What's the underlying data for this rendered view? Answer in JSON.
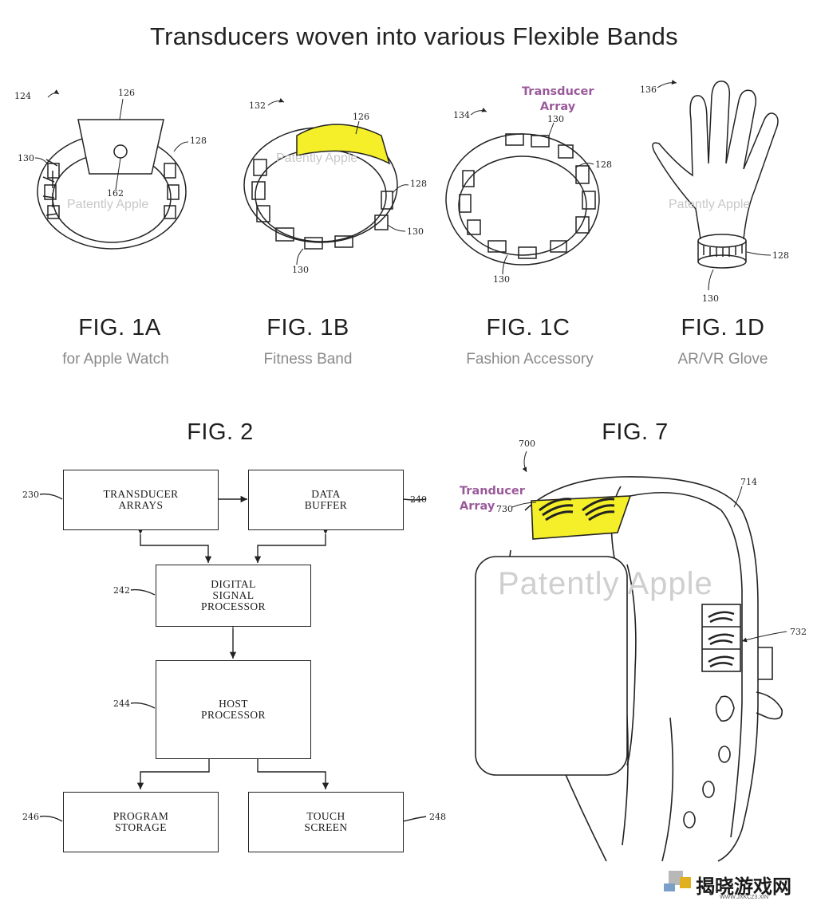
{
  "title": "Transducers woven into various Flexible Bands",
  "watermark": "Patently Apple",
  "colors": {
    "highlight": "#f5ef2a",
    "annotation": "#9a5a9a",
    "line": "#222222"
  },
  "figures": {
    "fig1a": {
      "label": "FIG. 1A",
      "subtitle": "for Apple Watch",
      "refs": {
        "r124": "124",
        "r126": "126",
        "r128": "128",
        "r130": "130",
        "r162": "162"
      }
    },
    "fig1b": {
      "label": "FIG. 1B",
      "subtitle": "Fitness Band",
      "refs": {
        "r132": "132",
        "r126": "126",
        "r128": "128",
        "r130a": "130",
        "r130b": "130"
      }
    },
    "fig1c": {
      "label": "FIG. 1C",
      "subtitle": "Fashion Accessory",
      "annotation": "Transducer\nArray",
      "refs": {
        "r134": "134",
        "r130a": "130",
        "r128": "128",
        "r130b": "130"
      }
    },
    "fig1d": {
      "label": "FIG. 1D",
      "subtitle": "AR/VR Glove",
      "refs": {
        "r136": "136",
        "r128": "128",
        "r130": "130"
      }
    },
    "fig2": {
      "label": "FIG. 2",
      "blocks": {
        "transducer_arrays": {
          "text": "TRANSDUCER\nARRAYS",
          "ref": "230"
        },
        "data_buffer": {
          "text": "DATA\nBUFFER",
          "ref": "240"
        },
        "dsp": {
          "text": "DIGITAL\nSIGNAL\nPROCESSOR",
          "ref": "242"
        },
        "host": {
          "text": "HOST\nPROCESSOR",
          "ref": "244"
        },
        "program_storage": {
          "text": "PROGRAM\nSTORAGE",
          "ref": "246"
        },
        "touch_screen": {
          "text": "TOUCH\nSCREEN",
          "ref": "248"
        }
      }
    },
    "fig7": {
      "label": "FIG. 7",
      "annotation": "Tranducer\nArray",
      "refs": {
        "r700": "700",
        "r730": "730",
        "r714": "714",
        "r732": "732"
      }
    }
  },
  "site_logo": {
    "text": "揭晓游戏网",
    "sub": "WWW.JXKCZ3.XIN"
  }
}
